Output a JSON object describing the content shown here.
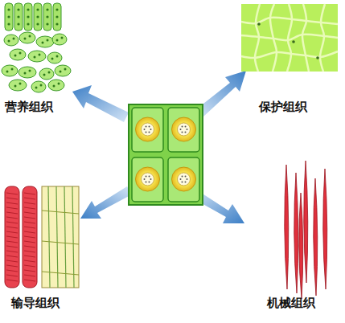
{
  "diagram": {
    "labels": [
      "营养组织",
      "保护组织",
      "输导组织",
      "机械组织"
    ]
  }
}
